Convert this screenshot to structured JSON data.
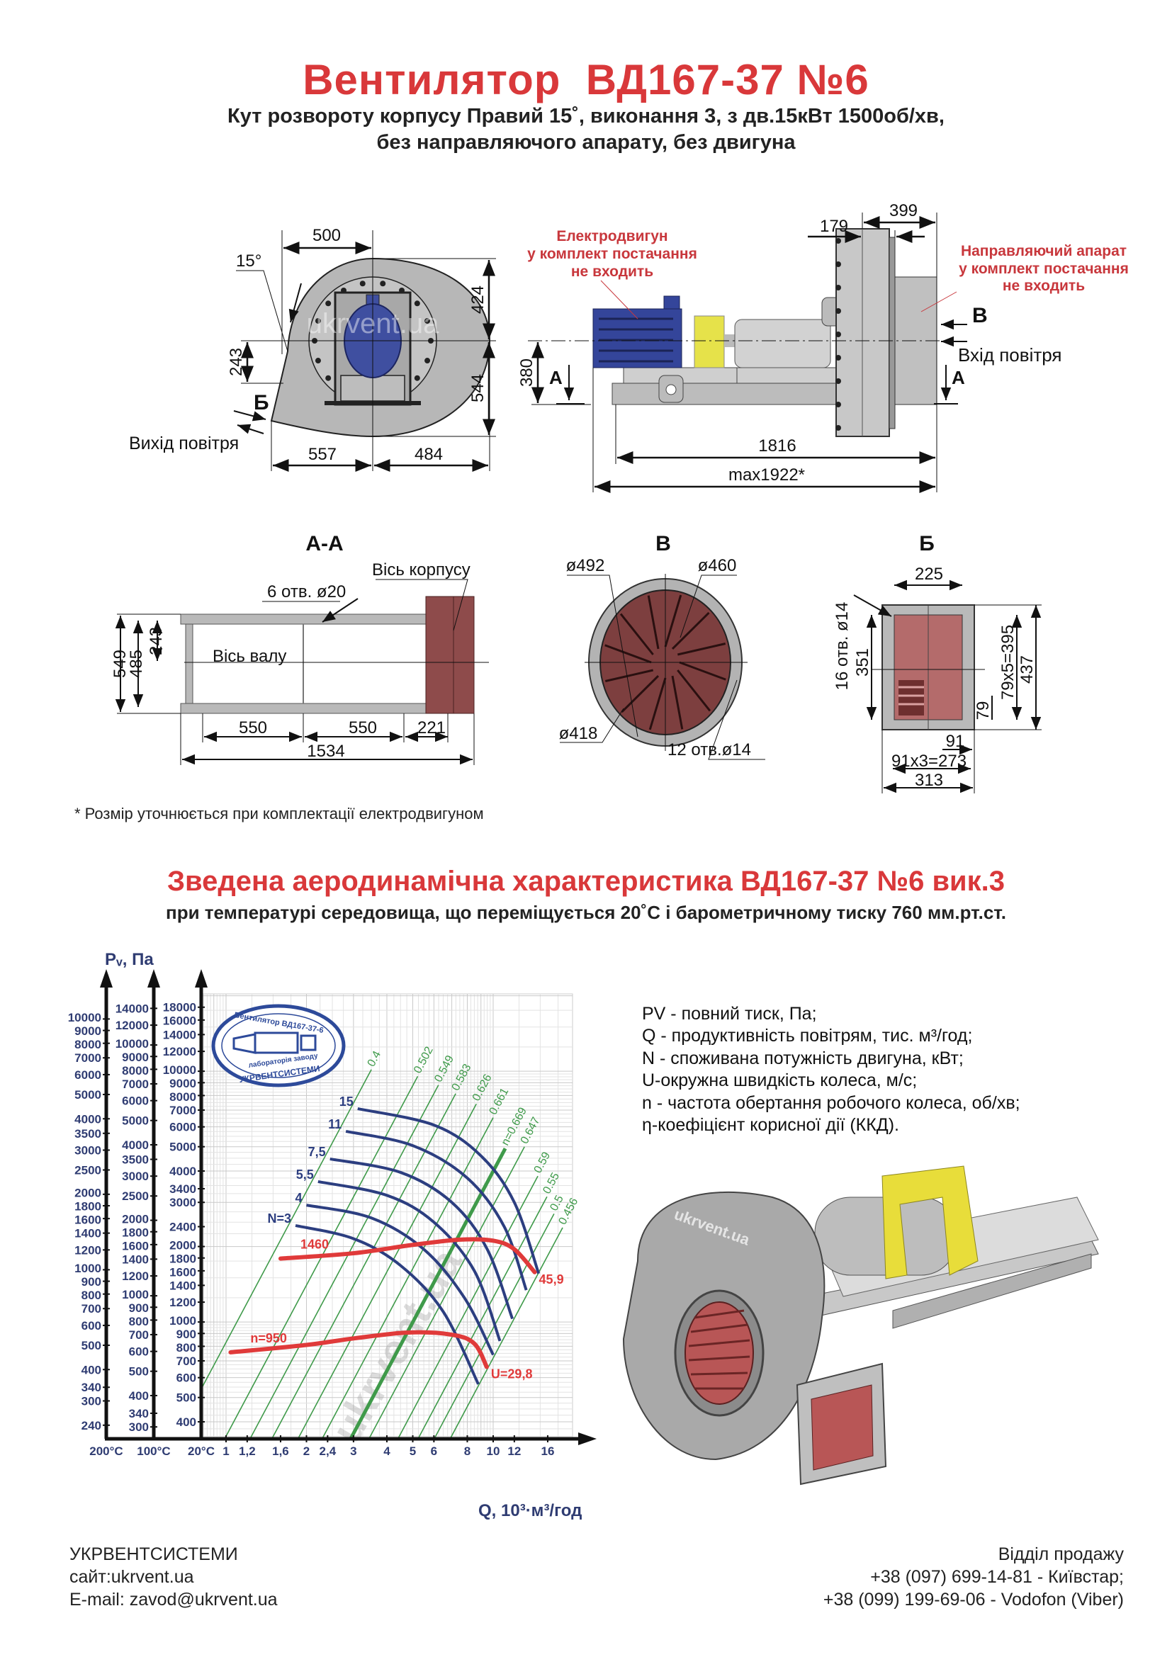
{
  "header": {
    "title": "Вентилятор  ВД167-37 №6",
    "subtitle_line1": "Кут розвороту корпусу Правий 15˚, виконання 3, з дв.15кВт 1500об/хв,",
    "subtitle_line2": "без направляючого апарату, без двигуна"
  },
  "watermark": "ukrvent.ua",
  "front_view": {
    "angle": "15°",
    "dim_width_top": "500",
    "dim_up": "424",
    "dim_down": "544",
    "dim_outlet": "243",
    "dim_left": "557",
    "dim_right": "484",
    "section_mark": "Б",
    "outlet_label": "Вихід повітря"
  },
  "side_view": {
    "motor_note": [
      "Електродвигун",
      "у комплект постачання",
      "не входить"
    ],
    "guide_note": [
      "Направляючий апарат",
      "у комплект постачання",
      "не входить"
    ],
    "dim_179": "179",
    "dim_399": "399",
    "dim_380": "380",
    "dim_1816": "1816",
    "dim_max": "max1922*",
    "mark_a_left": "А",
    "mark_a_right": "А",
    "mark_b": "В",
    "inlet_label": "Вхід повітря"
  },
  "section_aa": {
    "title": "А-А",
    "housing_axis": "Вісь корпусу",
    "holes": "6 отв. ø20",
    "shaft_axis": "Вісь валу",
    "dim_549": "549",
    "dim_485": "485",
    "dim_243": "243",
    "dim_550a": "550",
    "dim_550b": "550",
    "dim_221": "221",
    "dim_1534": "1534"
  },
  "section_b": {
    "title": "В",
    "d492": "ø492",
    "d460": "ø460",
    "d418": "ø418",
    "holes": "12 отв.ø14"
  },
  "section_be": {
    "title": "Б",
    "dim_225": "225",
    "holes": "16 отв. ø14",
    "dim_351": "351",
    "dim_395": "79x5=395",
    "dim_437": "437",
    "dim_79": "79",
    "dim_91": "91",
    "dim_273": "91x3=273",
    "dim_313": "313"
  },
  "footnote": "* Розмір уточнюється при комплектації електродвигуном",
  "chart_heading": {
    "title": "Зведена аеродинамічна характеристика ВД167-37 №6 вик.3",
    "subtitle": "при температурі середовища, що переміщується 20˚С і барометричному тиску 760 мм.рт.ст."
  },
  "legend": [
    "PV - повний тиск, Па;",
    "Q - продуктивність повітрям, тис. м³/год;",
    "N - споживана потужність двигуна, кВт;",
    "U-окружна швидкість колеса, м/с;",
    "n - частота обертання робочого колеса, об/хв;",
    "η-коефіцієнт корисної дії (ККД)."
  ],
  "stamp": {
    "top": "Вентилятор ВД167-37-6",
    "mid": "лабораторія заводу",
    "bottom": "УКРВЕНТСИСТЕМИ"
  },
  "chart_data": {
    "type": "line",
    "title": "Зведена аеродинамічна характеристика ВД167-37 №6 вик.3",
    "ylabel": "Pᵥ, Па",
    "xlabel": "Q, 10³·м³/год",
    "scale": "log-log",
    "grid": true,
    "xlim": [
      0.81,
      19.8
    ],
    "ylim": [
      342,
      20350
    ],
    "x_ticks": [
      "1",
      "1,2",
      "1,6",
      "2",
      "2,4",
      "3",
      "4",
      "5",
      "6",
      "8",
      "10",
      "12",
      "16"
    ],
    "x_tick_values": [
      1,
      1.2,
      1.6,
      2,
      2.4,
      3,
      4,
      5,
      6,
      8,
      10,
      12,
      16
    ],
    "y_scales": [
      {
        "label": "200°C",
        "density_ratio": 0.619,
        "ticks": [
          240,
          300,
          340,
          400,
          500,
          600,
          700,
          800,
          900,
          1000,
          1200,
          1400,
          1600,
          1800,
          2000,
          2500,
          3000,
          3500,
          4000,
          5000,
          6000,
          7000,
          8000,
          9000,
          10000
        ]
      },
      {
        "label": "100°C",
        "density_ratio": 0.786,
        "ticks": [
          300,
          340,
          400,
          500,
          600,
          700,
          800,
          900,
          1000,
          1200,
          1400,
          1600,
          1800,
          2000,
          2500,
          3000,
          3500,
          4000,
          5000,
          6000,
          7000,
          8000,
          9000,
          10000,
          12000,
          14000
        ]
      },
      {
        "label": "20°C",
        "density_ratio": 1.0,
        "ticks": [
          400,
          500,
          600,
          700,
          800,
          900,
          1000,
          1200,
          1400,
          1600,
          1800,
          2000,
          2400,
          3000,
          3400,
          4000,
          5000,
          6000,
          7000,
          8000,
          9000,
          10000,
          12000,
          14000,
          16000,
          18000
        ]
      }
    ],
    "speed_curves": [
      {
        "name": "n=1460",
        "start_label": "1460",
        "end_label": "45,9",
        "points": [
          [
            1.6,
            1790
          ],
          [
            3,
            1880
          ],
          [
            5,
            2030
          ],
          [
            7.5,
            2130
          ],
          [
            10,
            2110
          ],
          [
            12,
            1950
          ],
          [
            14.3,
            1580
          ]
        ]
      },
      {
        "name": "n=950",
        "start_label": "n=950",
        "end_label": "U=29,8",
        "points": [
          [
            1.04,
            757
          ],
          [
            2,
            810
          ],
          [
            3,
            860
          ],
          [
            4.8,
            908
          ],
          [
            7,
            890
          ],
          [
            8.5,
            820
          ],
          [
            9.46,
            662
          ]
        ]
      }
    ],
    "power_curves": [
      {
        "label": "N=3",
        "points": [
          [
            1.82,
            2425
          ],
          [
            3,
            2150
          ],
          [
            4.5,
            1680
          ],
          [
            6.5,
            1100
          ],
          [
            8.8,
            565
          ]
        ]
      },
      {
        "label": "4",
        "points": [
          [
            2.0,
            2925
          ],
          [
            3.5,
            2600
          ],
          [
            5.5,
            1950
          ],
          [
            7.8,
            1250
          ],
          [
            10,
            740
          ]
        ]
      },
      {
        "label": "5,5",
        "points": [
          [
            2.21,
            3630
          ],
          [
            4,
            3200
          ],
          [
            6,
            2500
          ],
          [
            8.5,
            1600
          ],
          [
            10.6,
            840
          ]
        ]
      },
      {
        "label": "7,5",
        "points": [
          [
            2.45,
            4470
          ],
          [
            4.5,
            3950
          ],
          [
            7,
            3000
          ],
          [
            9.5,
            1950
          ],
          [
            11.8,
            1030
          ]
        ]
      },
      {
        "label": "11",
        "points": [
          [
            2.81,
            5760
          ],
          [
            5,
            5050
          ],
          [
            8,
            3750
          ],
          [
            11,
            2400
          ],
          [
            13.3,
            1340
          ]
        ]
      },
      {
        "label": "15",
        "points": [
          [
            3.11,
            7090
          ],
          [
            6,
            6100
          ],
          [
            9,
            4600
          ],
          [
            12,
            3000
          ],
          [
            14.8,
            1560
          ]
        ]
      }
    ],
    "efficiency_lines": [
      {
        "label": "0.4",
        "tip": [
          3.5,
          10160
        ]
      },
      {
        "label": "0.502",
        "tip": [
          5.22,
          9550
        ]
      },
      {
        "label": "0.549",
        "tip": [
          6.24,
          8810
        ]
      },
      {
        "label": "0.583",
        "tip": [
          7.24,
          8140
        ]
      },
      {
        "label": "0.626",
        "tip": [
          8.65,
          7410
        ]
      },
      {
        "label": "0.661",
        "tip": [
          10.0,
          6530
        ]
      },
      {
        "label": "n=0.669",
        "tip": [
          11.1,
          4920
        ],
        "optimal": true
      },
      {
        "label": "0.647",
        "tip": [
          13.1,
          5000
        ]
      },
      {
        "label": "0.59",
        "tip": [
          14.7,
          3820
        ]
      },
      {
        "label": "0.55",
        "tip": [
          15.9,
          3160
        ]
      },
      {
        "label": "0.5",
        "tip": [
          16.9,
          2700
        ]
      },
      {
        "label": "0.456",
        "tip": [
          18.2,
          2380
        ]
      }
    ],
    "colors": {
      "speed": "#e03a3a",
      "power": "#2c3e80",
      "efficiency": "#3f9a4a",
      "axis_text": "#2f3c72"
    }
  },
  "footer": {
    "company": "УКРВЕНТСИСТЕМИ",
    "site": "сайт:ukrvent.ua",
    "email": "E-mail: zavod@ukrvent.ua",
    "sales": "Відділ продажу",
    "phone1": "+38 (097) 699-14-81 - Київстар;",
    "phone2": "+38 (099) 199-69-06 - Vodofon (Viber)"
  }
}
